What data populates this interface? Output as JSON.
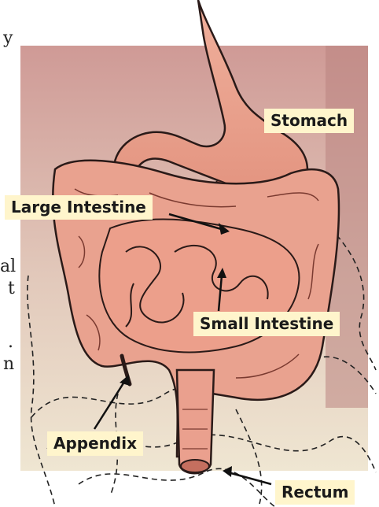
{
  "colors": {
    "backdrop_top": "#cf9a96",
    "backdrop_bottom": "#efe6d2",
    "organ": "#eaa08e",
    "organ_shadow": "#c56f5f",
    "outline": "#2a1a18",
    "label_bg": "#fff5cc"
  },
  "cropped_text": [
    "y",
    "al",
    "t",
    ".",
    "n"
  ],
  "labels": {
    "stomach": "Stomach",
    "large_intestine": "Large Intestine",
    "small_intestine": "Small Intestine",
    "appendix": "Appendix",
    "rectum": "Rectum"
  }
}
